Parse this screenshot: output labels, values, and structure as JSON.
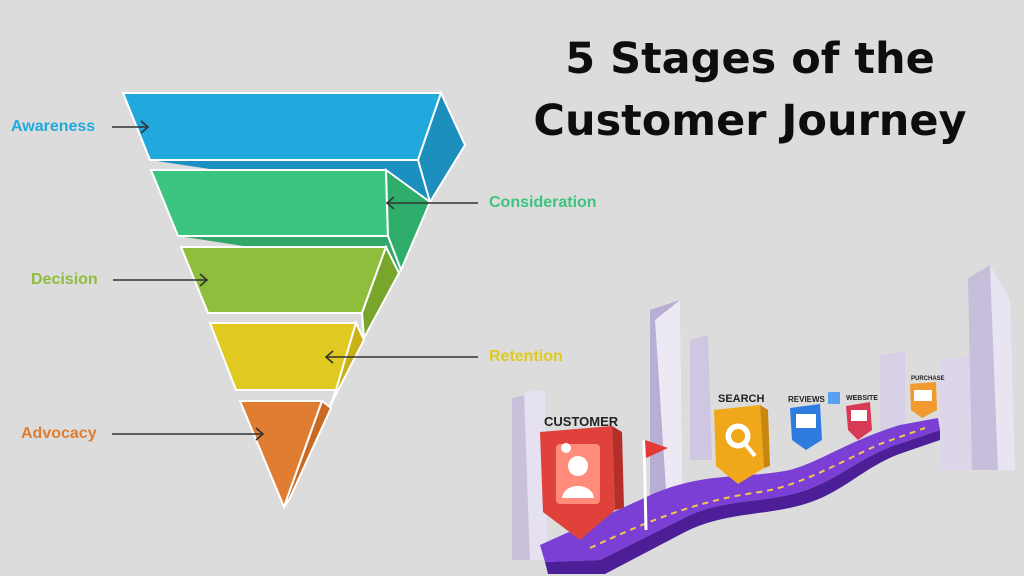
{
  "title": {
    "line1": "5 Stages of the",
    "line2": "Customer Journey"
  },
  "stages": [
    {
      "label": "Awareness",
      "color": "#21a8dc"
    },
    {
      "label": "Consideration",
      "color": "#3cc57f"
    },
    {
      "label": "Decision",
      "color": "#8fbd3c"
    },
    {
      "label": "Retention",
      "color": "#e0c920"
    },
    {
      "label": "Advocacy",
      "color": "#e07d31"
    }
  ],
  "illustration": {
    "customer": "CUSTOMER",
    "search": "SEARCH",
    "reviews": "REVIEWS",
    "website": "WEBSITE",
    "purchase": "PURCHASE"
  },
  "icons": {
    "arrow": "arrow-icon",
    "person": "person-icon",
    "magnifier": "magnifier-icon",
    "flag": "flag-icon"
  }
}
